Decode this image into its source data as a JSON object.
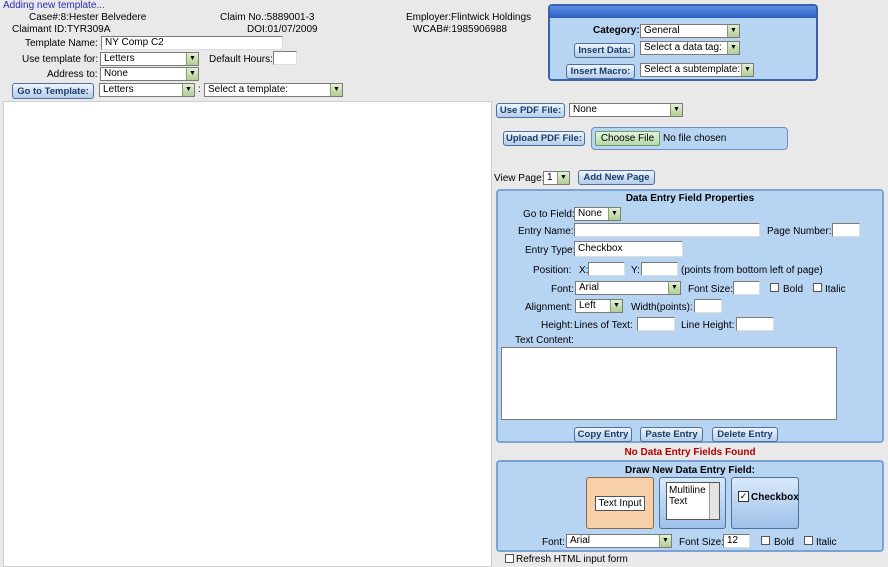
{
  "status": "Adding new template...",
  "header": {
    "case": "Case#:8:Hester Belvedere",
    "claim": "Claim No.:5889001-3",
    "employer": "Employer:Flintwick Holdings",
    "claimant": "Claimant ID:TYR309A",
    "doi": "DOI:01/07/2009",
    "wcab": "WCAB#:1985906988"
  },
  "form": {
    "template_name_label": "Template Name:",
    "template_name_value": "NY Comp C2",
    "use_template_label": "Use template for:",
    "use_template_value": "Letters",
    "default_hours_label": "Default Hours:",
    "address_label": "Address to:",
    "address_value": "None",
    "go_to_template": "Go to Template:",
    "go_letters": "Letters",
    "go_colon": ":",
    "select_template": "Select a template:"
  },
  "topright": {
    "category_label": "Category:",
    "category_value": "General",
    "insert_data": "Insert Data:",
    "data_tag": "Select a data tag:",
    "insert_macro": "Insert Macro:",
    "subtemplate": "Select a subtemplate:"
  },
  "pdf": {
    "use_pdf": "Use PDF File:",
    "pdf_value": "None",
    "upload_pdf": "Upload PDF File:",
    "choose_file": "Choose File",
    "no_file": "No file chosen",
    "view_page": "View Page:",
    "page_value": "1",
    "add_page": "Add New Page"
  },
  "props": {
    "title": "Data Entry Field Properties",
    "go_field": "Go to Field:",
    "go_field_value": "None",
    "entry_name": "Entry Name:",
    "page_number": "Page Number:",
    "entry_type": "Entry Type:",
    "entry_type_value": "Checkbox",
    "position": "Position:",
    "x": "X:",
    "y": "Y:",
    "points_note": "(points from bottom left of page)",
    "font": "Font:",
    "font_value": "Arial",
    "font_size": "Font Size:",
    "bold": "Bold",
    "italic": "Italic",
    "alignment": "Alignment:",
    "align_value": "Left",
    "width": "Width(points):",
    "height": "Height:",
    "lines": "Lines of Text:",
    "line_height": "Line Height:",
    "text_content": "Text Content:",
    "copy": "Copy Entry",
    "paste": "Paste Entry",
    "delete": "Delete Entry"
  },
  "no_fields": "No Data Entry Fields Found",
  "draw": {
    "title": "Draw New Data Entry Field:",
    "text_input": "Text Input",
    "multiline1": "Multiline",
    "multiline2": "Text",
    "checkbox": "Checkbox",
    "font": "Font:",
    "font_value": "Arial",
    "font_size": "Font Size:",
    "font_size_value": "12",
    "bold": "Bold",
    "italic": "Italic"
  },
  "refresh": "Refresh HTML input form",
  "colors": {
    "accent": "#1b3d6a",
    "panel": "#b7d4f3",
    "error": "#b00000"
  }
}
